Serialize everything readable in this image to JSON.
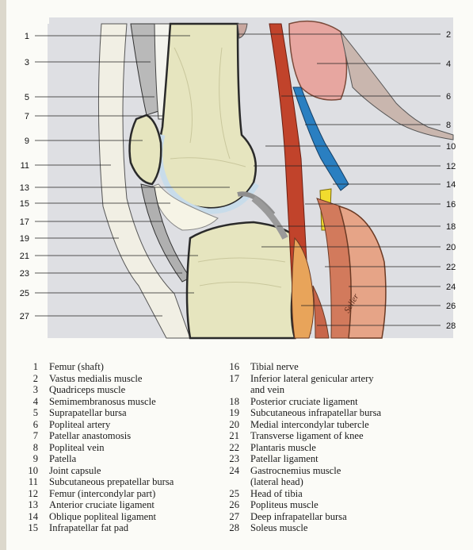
{
  "figure": {
    "colors": {
      "background": "#dedfe3",
      "bone": "#e6e5bf",
      "bone_outline": "#2a2a2a",
      "artery": "#c1432b",
      "vein": "#2a7fc1",
      "nerve": "#f1dc2e",
      "muscle": "#e6a487",
      "muscle_dark": "#d27a5c",
      "fat": "#f1efe4",
      "ligament": "#a8a8a8",
      "cartilage": "#c8dcea"
    },
    "left_labels": [
      "1",
      "3",
      "5",
      "7",
      "9",
      "11",
      "13",
      "15",
      "17",
      "19",
      "21",
      "23",
      "25",
      "27"
    ],
    "right_labels": [
      "2",
      "4",
      "6",
      "8",
      "10",
      "12",
      "14",
      "16",
      "18",
      "20",
      "22",
      "24",
      "26",
      "28"
    ],
    "signature": "Seller"
  },
  "legend": {
    "left": [
      {
        "num": "1",
        "text": "Femur (shaft)"
      },
      {
        "num": "2",
        "text": "Vastus medialis muscle"
      },
      {
        "num": "3",
        "text": "Quadriceps muscle"
      },
      {
        "num": "4",
        "text": "Semimembranosus muscle"
      },
      {
        "num": "5",
        "text": "Suprapatellar bursa"
      },
      {
        "num": "6",
        "text": "Popliteal artery"
      },
      {
        "num": "7",
        "text": "Patellar anastomosis"
      },
      {
        "num": "8",
        "text": "Popliteal vein"
      },
      {
        "num": "9",
        "text": "Patella"
      },
      {
        "num": "10",
        "text": "Joint capsule"
      },
      {
        "num": "11",
        "text": "Subcutaneous prepatellar bursa"
      },
      {
        "num": "12",
        "text": "Femur (intercondylar part)"
      },
      {
        "num": "13",
        "text": "Anterior cruciate ligament"
      },
      {
        "num": "14",
        "text": "Oblique popliteal ligament"
      },
      {
        "num": "15",
        "text": "Infrapatellar fat pad"
      }
    ],
    "right": [
      {
        "num": "16",
        "text": "Tibial nerve"
      },
      {
        "num": "17",
        "text": "Inferior lateral genicular artery"
      },
      {
        "num": "",
        "text": "and vein"
      },
      {
        "num": "18",
        "text": "Posterior cruciate ligament"
      },
      {
        "num": "19",
        "text": "Subcutaneous infrapatellar bursa"
      },
      {
        "num": "20",
        "text": "Medial intercondylar tubercle"
      },
      {
        "num": "21",
        "text": "Transverse ligament of knee"
      },
      {
        "num": "22",
        "text": "Plantaris muscle"
      },
      {
        "num": "23",
        "text": "Patellar ligament"
      },
      {
        "num": "24",
        "text": "Gastrocnemius muscle"
      },
      {
        "num": "",
        "text": "(lateral head)"
      },
      {
        "num": "25",
        "text": "Head of tibia"
      },
      {
        "num": "26",
        "text": "Popliteus muscle"
      },
      {
        "num": "27",
        "text": "Deep infrapatellar bursa"
      },
      {
        "num": "28",
        "text": "Soleus muscle"
      }
    ]
  }
}
